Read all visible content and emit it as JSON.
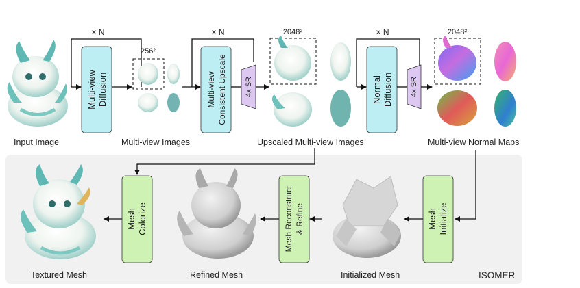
{
  "top_row": {
    "input_label": "Input Image",
    "multiview_diffusion": {
      "line1": "Multi-view",
      "line2": "Diffusion",
      "loop": "× N"
    },
    "multiview_images_label": "Multi-view Images",
    "res_small": "256²",
    "consistent_upscale": {
      "line1": "Multi-view",
      "line2": "Consistent Upscale",
      "loop": "× N"
    },
    "sr1": "4x SR",
    "upscaled_label": "Upscaled Multi-view Images",
    "res_large_1": "2048²",
    "normal_diffusion": {
      "line1": "Normal",
      "line2": "Diffusion",
      "loop": "× N"
    },
    "sr2": "4x SR",
    "normal_maps_label": "Multi-view Normal Maps",
    "res_large_2": "2048²"
  },
  "bottom_row": {
    "panel_title": "ISOMER",
    "mesh_initialize": {
      "line1": "Mesh",
      "line2": "Initialize"
    },
    "initialized_label": "Initialized Mesh",
    "reconstruct_refine": {
      "line1": "Mesh Reconstruct",
      "line2": "& Refine"
    },
    "refined_label": "Refined Mesh",
    "mesh_colorize": {
      "line1": "Mesh",
      "line2": "Colorize"
    },
    "textured_label": "Textured Mesh"
  },
  "colors": {
    "cyan_box": "#bdeef3",
    "green_box": "#cdf2b3",
    "purple_sr": "#ddc8f2",
    "panel_bg": "#f1f1f1",
    "arrow": "#111111"
  }
}
